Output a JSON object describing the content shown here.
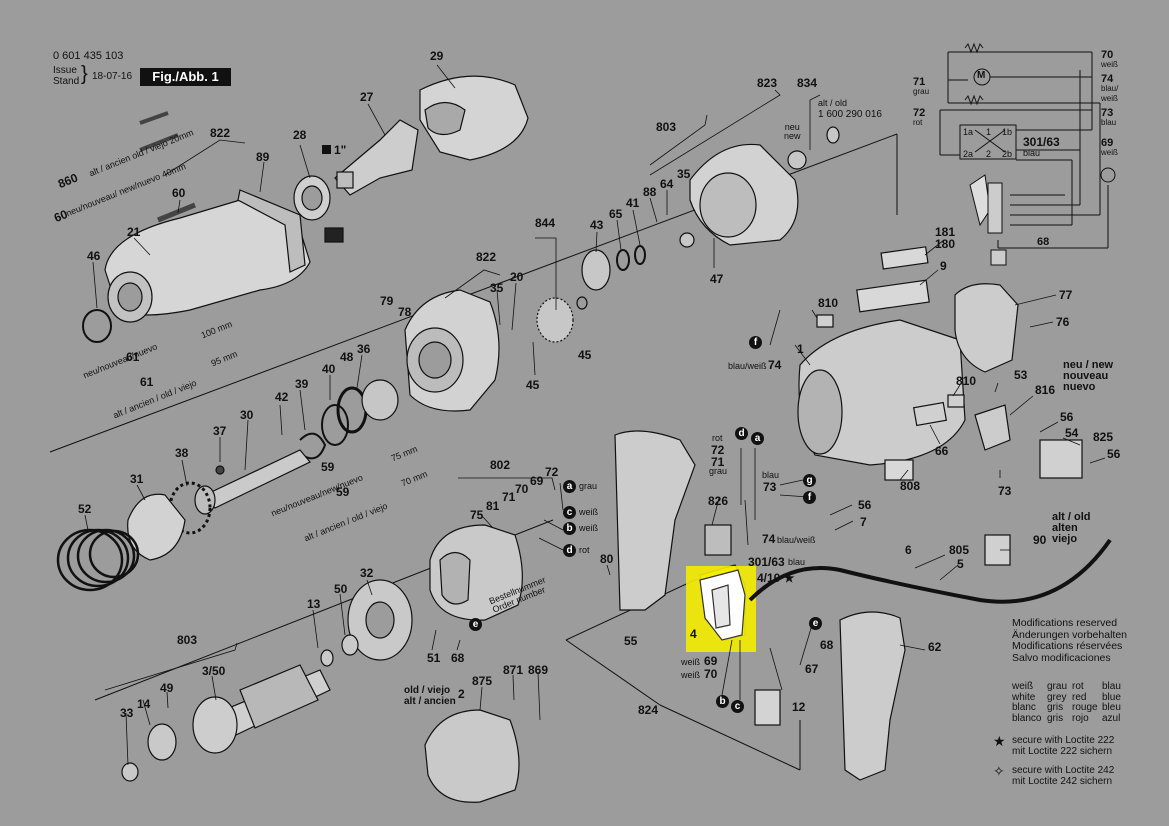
{
  "header": {
    "part_number": "0 601 435 103",
    "issue_label": "Issue",
    "stand_label": "Stand",
    "issue_date": "18-07-16",
    "figure_label": "Fig./Abb. 1"
  },
  "callouts": {
    "n29": "29",
    "n27": "27",
    "n1in": "1\"",
    "n822a": "822",
    "n28": "28",
    "n89": "89",
    "n60": "60",
    "n21": "21",
    "n46": "46",
    "n61a": "61",
    "n61b": "61",
    "n822b": "822",
    "n20": "20",
    "n35a": "35",
    "n844": "844",
    "n79": "79",
    "n78": "78",
    "n48": "48",
    "n36": "36",
    "n40": "40",
    "n39": "39",
    "n42": "42",
    "n45": "45",
    "n43": "43",
    "n65": "65",
    "n41": "41",
    "n64": "64",
    "n88": "88",
    "n35b": "35",
    "n47": "47",
    "n803a": "803",
    "n823": "823",
    "n834": "834",
    "n37": "37",
    "n38": "38",
    "n30": "30",
    "n31": "31",
    "n52": "52",
    "n59a": "59",
    "n59b": "59",
    "n802": "802",
    "n75": "75",
    "n81": "81",
    "n71a": "71",
    "n70a": "70",
    "n69a": "69",
    "n72a": "72",
    "n32": "32",
    "n50": "50",
    "n13": "13",
    "n51": "51",
    "n68a": "68",
    "n803b": "803",
    "n3_50": "3/50",
    "n49": "49",
    "n14": "14",
    "n33": "33",
    "n875": "875",
    "n871": "871",
    "n869": "869",
    "n2": "2",
    "n80": "80",
    "n55": "55",
    "n824": "824",
    "n826": "826",
    "n72b": "72",
    "n71b": "71",
    "n73a": "73",
    "n74a": "74",
    "n301_63a": "301/63",
    "n4_10": "4/10",
    "n4": "4",
    "n69b": "69",
    "n70b": "70",
    "n68b": "68",
    "n67": "67",
    "n12": "12",
    "n62": "62",
    "n56a": "56",
    "n7": "7",
    "n6": "6",
    "n805": "805",
    "n5": "5",
    "n90": "90",
    "n810a": "810",
    "n74b": "74",
    "n1": "1",
    "n810b": "810",
    "n53": "53",
    "n816": "816",
    "n66": "66",
    "n808": "808",
    "n73b": "73",
    "n56b": "56",
    "n54": "54",
    "n825": "825",
    "n56c": "56",
    "n77": "77",
    "n76": "76",
    "n9": "9",
    "n181": "181",
    "n180": "180",
    "n70c": "70",
    "n71c": "71",
    "n72c": "72",
    "n74c": "74",
    "n73c": "73",
    "n69c": "69",
    "n68c": "68",
    "n301_63b": "301/63"
  },
  "notes": {
    "alt_old_pair": [
      "alt / old",
      "1 600 290 016"
    ],
    "neu_new_pair": [
      "neu",
      "new"
    ],
    "alt_old_viejo": [
      "alt / old",
      "alten",
      "viejo"
    ],
    "neu_new_nuevo": [
      "neu / new",
      "nouveau",
      "nuevo"
    ],
    "alt_ancien_bottom": [
      "old / viejo",
      "alt / ancien"
    ],
    "size_860": "860",
    "alt_ancien_20": [
      "alt / ancien",
      "old / viejo",
      "20mm"
    ],
    "neu_nouveau_40": [
      "neu/nouveau/",
      "new/nuevo",
      "40mm"
    ],
    "label_100": "neu/nouveau/nuevo",
    "size_100": "100 mm",
    "label_95": "alt / ancien / old / viejo",
    "size_95": "95 mm",
    "label_75": "neu/nouveau/new/nuevo",
    "size_75": "75 mm",
    "label_70": "alt / ancien / old / viejo",
    "size_70": "70 mm",
    "order_number": [
      "Bestellnummer",
      "Order number"
    ],
    "weiss_69": "weiß",
    "weiss_70": "weiß",
    "blau_weiss_74": "blau/weiß",
    "blau_weiss_74b": "blau/weiß",
    "rot_72": "rot",
    "grau_71": "grau",
    "blau_73": "blau",
    "blau_301": "blau"
  },
  "wire_tags": {
    "a_grau": {
      "letter": "a",
      "text": "grau"
    },
    "c_weiss": {
      "letter": "c",
      "text": "weiß"
    },
    "b_weiss": {
      "letter": "b",
      "text": "weiß"
    },
    "d_rot": {
      "letter": "d",
      "text": "rot"
    },
    "e1": {
      "letter": "e",
      "text": ""
    },
    "d2": {
      "letter": "d"
    },
    "a2": {
      "letter": "a"
    },
    "g1": {
      "letter": "g"
    },
    "f1": {
      "letter": "f"
    },
    "f2": {
      "letter": "f"
    },
    "e2": {
      "letter": "e"
    },
    "b2": {
      "letter": "b"
    },
    "c2": {
      "letter": "c"
    }
  },
  "schematic": {
    "w70": [
      "70",
      "weiß"
    ],
    "w71": [
      "71",
      "grau"
    ],
    "w74": [
      "74",
      "blau/",
      "weiß"
    ],
    "w72": [
      "72",
      "rot"
    ],
    "w73": [
      "73",
      "blau"
    ],
    "w69": [
      "69",
      "weiß"
    ],
    "switch_id": [
      "301/63",
      "blau"
    ],
    "terminals": [
      "1a",
      "1",
      "1b",
      "2a",
      "2",
      "2b"
    ],
    "w68": "68",
    "motor": "M"
  },
  "modifications": [
    "Modifications reserved",
    "Änderungen vorbehalten",
    "Modifications réservées",
    "Salvo modificaciones"
  ],
  "color_legend": [
    [
      "weiß",
      "white",
      "blanc",
      "blanco"
    ],
    [
      "grau",
      "grey",
      "gris",
      "gris"
    ],
    [
      "rot",
      "red",
      "rouge",
      "rojo"
    ],
    [
      "blau",
      "blue",
      "bleu",
      "azul"
    ]
  ],
  "loctite": {
    "l222": [
      "secure with Loctite 222",
      "mit Loctite 222 sichern"
    ],
    "l242": [
      "secure with Loctite 242",
      "mit Loctite 242 sichern"
    ]
  },
  "colors": {
    "background": "#9c9c9c",
    "ink": "#111111",
    "highlight": "#f5ec00"
  }
}
